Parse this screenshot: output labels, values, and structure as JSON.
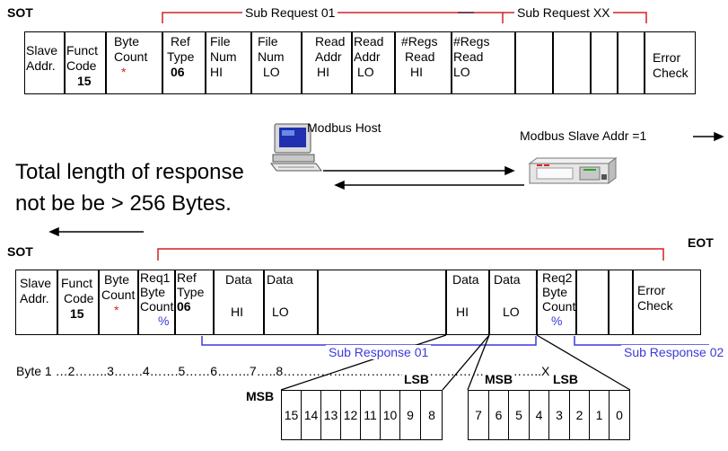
{
  "request": {
    "sot": "SOT",
    "sub_request_01": "Sub Request 01",
    "sub_request_xx": "Sub Request XX",
    "cells": {
      "slave_addr": [
        "Slave",
        "Addr."
      ],
      "funct_code": [
        "Funct",
        "Code",
        "15"
      ],
      "byte_count": [
        "Byte",
        "Count",
        "*"
      ],
      "ref_type": [
        "Ref",
        "Type",
        "06"
      ],
      "file_num_hi": [
        "File",
        "Num",
        "HI"
      ],
      "file_num_lo": [
        "File",
        "Num",
        "LO"
      ],
      "read_addr_hi": [
        "Read",
        "Addr",
        "HI"
      ],
      "read_addr_lo": [
        "Read",
        "Addr",
        "LO"
      ],
      "regs_read_hi": [
        "#Regs",
        "Read",
        "HI"
      ],
      "regs_read_lo": [
        "#Regs",
        "Read",
        "LO"
      ],
      "error_check": [
        "Error",
        "Check"
      ]
    }
  },
  "middle": {
    "host_label": "Modbus Host",
    "slave_label": "Modbus Slave Addr =1",
    "note_line1": "Total length of response",
    "note_line2": "not be be > 256 Bytes."
  },
  "response": {
    "sot": "SOT",
    "eot": "EOT",
    "cells": {
      "slave_addr": [
        "Slave",
        "Addr."
      ],
      "funct_code": [
        "Funct",
        "Code",
        "15"
      ],
      "byte_count": [
        "Byte",
        "Count",
        "*"
      ],
      "req1_byte_count": [
        "Req1",
        "Byte",
        "Count",
        "%"
      ],
      "ref_type": [
        "Ref",
        "Type",
        "06"
      ],
      "data_hi": [
        "Data",
        "HI"
      ],
      "data_lo": [
        "Data",
        "LO"
      ],
      "data_hi_2": [
        "Data",
        "HI"
      ],
      "data_lo_2": [
        "Data",
        "LO"
      ],
      "req2_byte_count": [
        "Req2",
        "Byte",
        "Count",
        "%"
      ],
      "error_check": [
        "Error",
        "Check"
      ]
    },
    "sub_response_01": "Sub Response 01",
    "sub_response_02": "Sub Response 02",
    "byte_ruler": "Byte 1 …2……..3…….4…….5……6……..7…..8……………………………………………………..X"
  },
  "bits": {
    "msb_left": "MSB",
    "lsb_left": "LSB",
    "msb_right": "MSB",
    "lsb_right": "LSB",
    "high_byte": [
      "15",
      "14",
      "13",
      "12",
      "11",
      "10",
      "9",
      "8"
    ],
    "low_byte": [
      "7",
      "6",
      "5",
      "4",
      "3",
      "2",
      "1",
      "0"
    ]
  },
  "colors": {
    "bracket_red": "#d22222",
    "bracket_blue": "#3a3ad8",
    "frame_line": "#000000"
  }
}
